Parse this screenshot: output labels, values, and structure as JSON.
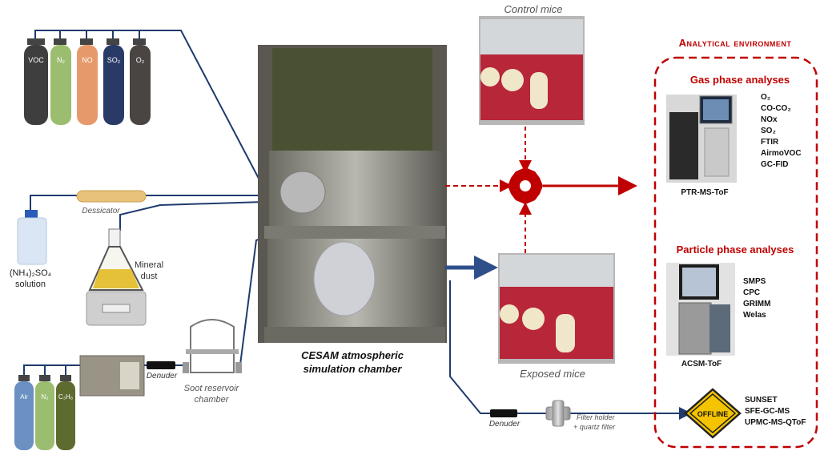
{
  "gas_cylinders_top": [
    "VOC",
    "N₂",
    "NO",
    "SO₂",
    "O₂"
  ],
  "gas_cylinders_bottom": [
    "Air",
    "N₂",
    "C₃H₈"
  ],
  "dessicator_label": "Dessicator",
  "ammonium_sulfate": {
    "line1": "(NH₄)₂SO₄",
    "line2": "solution"
  },
  "mineral_dust": {
    "line1": "Mineral",
    "line2": "dust"
  },
  "denuder_left": "Denuder",
  "soot_reservoir": {
    "line1": "Soot reservoir",
    "line2": "chamber"
  },
  "chamber_caption": {
    "line1": "CESAM atmospheric",
    "line2": "simulation chamber"
  },
  "control_mice": "Control mice",
  "exposed_mice": "Exposed mice",
  "denuder_right": "Denuder",
  "filter_holder": {
    "line1": "Filter holder",
    "line2": "+ quartz filter"
  },
  "analytical_title": "Analytical environment",
  "gas_phase": {
    "title": "Gas phase analyses",
    "items": [
      "O₂",
      "CO-CO₂",
      "NOx",
      "SO₂",
      "FTIR",
      "AirmoVOC",
      "GC-FID"
    ],
    "instrument": "PTR-MS-ToF"
  },
  "particle_phase": {
    "title": "Particle phase analyses",
    "items": [
      "SMPS",
      "CPC",
      "GRIMM",
      "Welas"
    ],
    "instrument": "ACSM-ToF"
  },
  "offline": {
    "sign": "OFFLINE",
    "items": [
      "SUNSET",
      "SFE-GC-MS",
      "UPMC-MS-QToF"
    ]
  },
  "colors": {
    "line_blue": "#1f3b6e",
    "red": "#c00000",
    "arrow_blue": "#2e4f8a"
  }
}
